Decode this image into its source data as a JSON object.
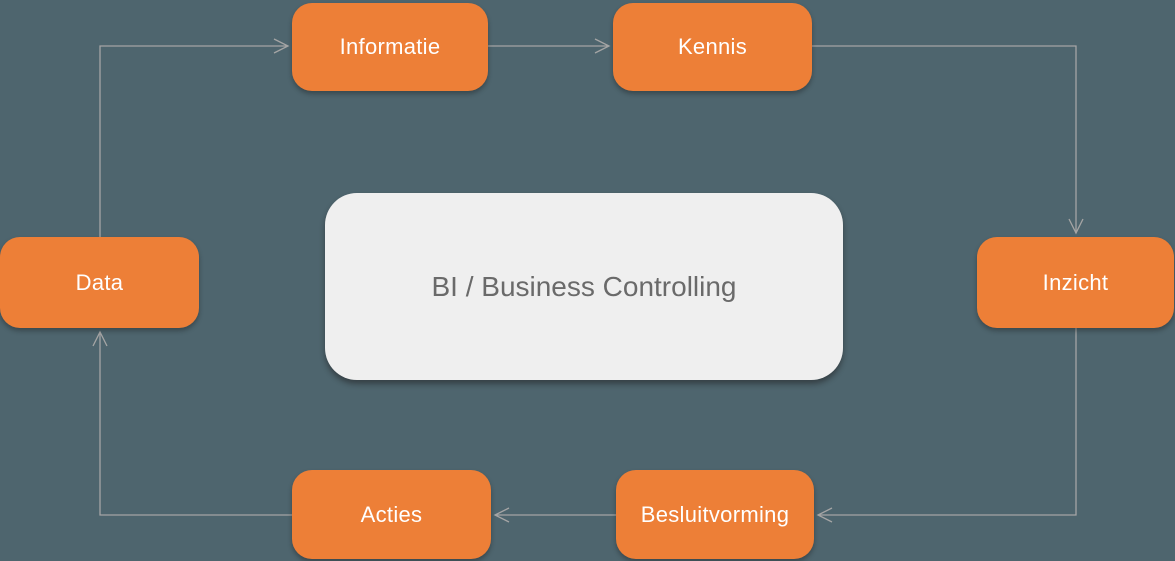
{
  "diagram": {
    "center": {
      "label": "BI / Business Controlling"
    },
    "nodes": [
      {
        "id": "data",
        "label": "Data"
      },
      {
        "id": "informatie",
        "label": "Informatie"
      },
      {
        "id": "kennis",
        "label": "Kennis"
      },
      {
        "id": "inzicht",
        "label": "Inzicht"
      },
      {
        "id": "besluitvorming",
        "label": "Besluitvorming"
      },
      {
        "id": "acties",
        "label": "Acties"
      }
    ],
    "edges": [
      {
        "from": "Data",
        "to": "Informatie"
      },
      {
        "from": "Informatie",
        "to": "Kennis"
      },
      {
        "from": "Kennis",
        "to": "Inzicht"
      },
      {
        "from": "Inzicht",
        "to": "Besluitvorming"
      },
      {
        "from": "Besluitvorming",
        "to": "Acties"
      },
      {
        "from": "Acties",
        "to": "Data"
      }
    ],
    "colors": {
      "background": "#4E656E",
      "node_fill": "#ED7F37",
      "node_text": "#FFFFFF",
      "center_fill": "#EFEFEF",
      "center_text": "#6A6A6A",
      "connector": "#A5A5A5"
    }
  }
}
